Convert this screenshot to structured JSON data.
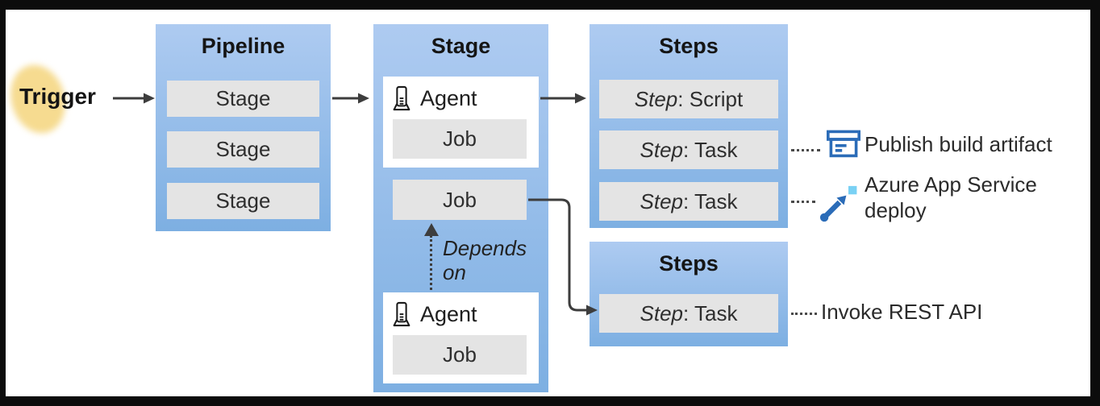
{
  "colors": {
    "container_blue_top": "#aecbf1",
    "container_blue_bottom": "#7dafe2",
    "box_gray": "#e4e4e4",
    "highlight_yellow": "#f6db90",
    "arrow_dark": "#3d3d3d",
    "icon_blue": "#2b6cb8",
    "icon_lightblue": "#7ad1f4",
    "frame_black": "#0c0c0c"
  },
  "trigger": {
    "label": "Trigger"
  },
  "pipeline": {
    "title": "Pipeline",
    "stages": [
      {
        "label": "Stage"
      },
      {
        "label": "Stage"
      },
      {
        "label": "Stage"
      }
    ]
  },
  "stage": {
    "title": "Stage",
    "agent_top": {
      "label": "Agent",
      "job_label": "Job"
    },
    "standalone_job_label": "Job",
    "depends_on_label": "Depends on",
    "agent_bottom": {
      "label": "Agent",
      "job_label": "Job"
    }
  },
  "steps_top": {
    "title": "Steps",
    "items": [
      {
        "prefix": "Step",
        "suffix": ": Script"
      },
      {
        "prefix": "Step",
        "suffix": ": Task"
      },
      {
        "prefix": "Step",
        "suffix": ": Task"
      }
    ]
  },
  "steps_bottom": {
    "title": "Steps",
    "items": [
      {
        "prefix": "Step",
        "suffix": ": Task"
      }
    ]
  },
  "annotations": {
    "publish": {
      "icon": "publish-build-artifact-icon",
      "label": "Publish build artifact"
    },
    "deploy": {
      "icon": "app-service-deploy-icon",
      "label": "Azure App Service deploy"
    },
    "invoke": {
      "label": "Invoke REST API"
    }
  }
}
